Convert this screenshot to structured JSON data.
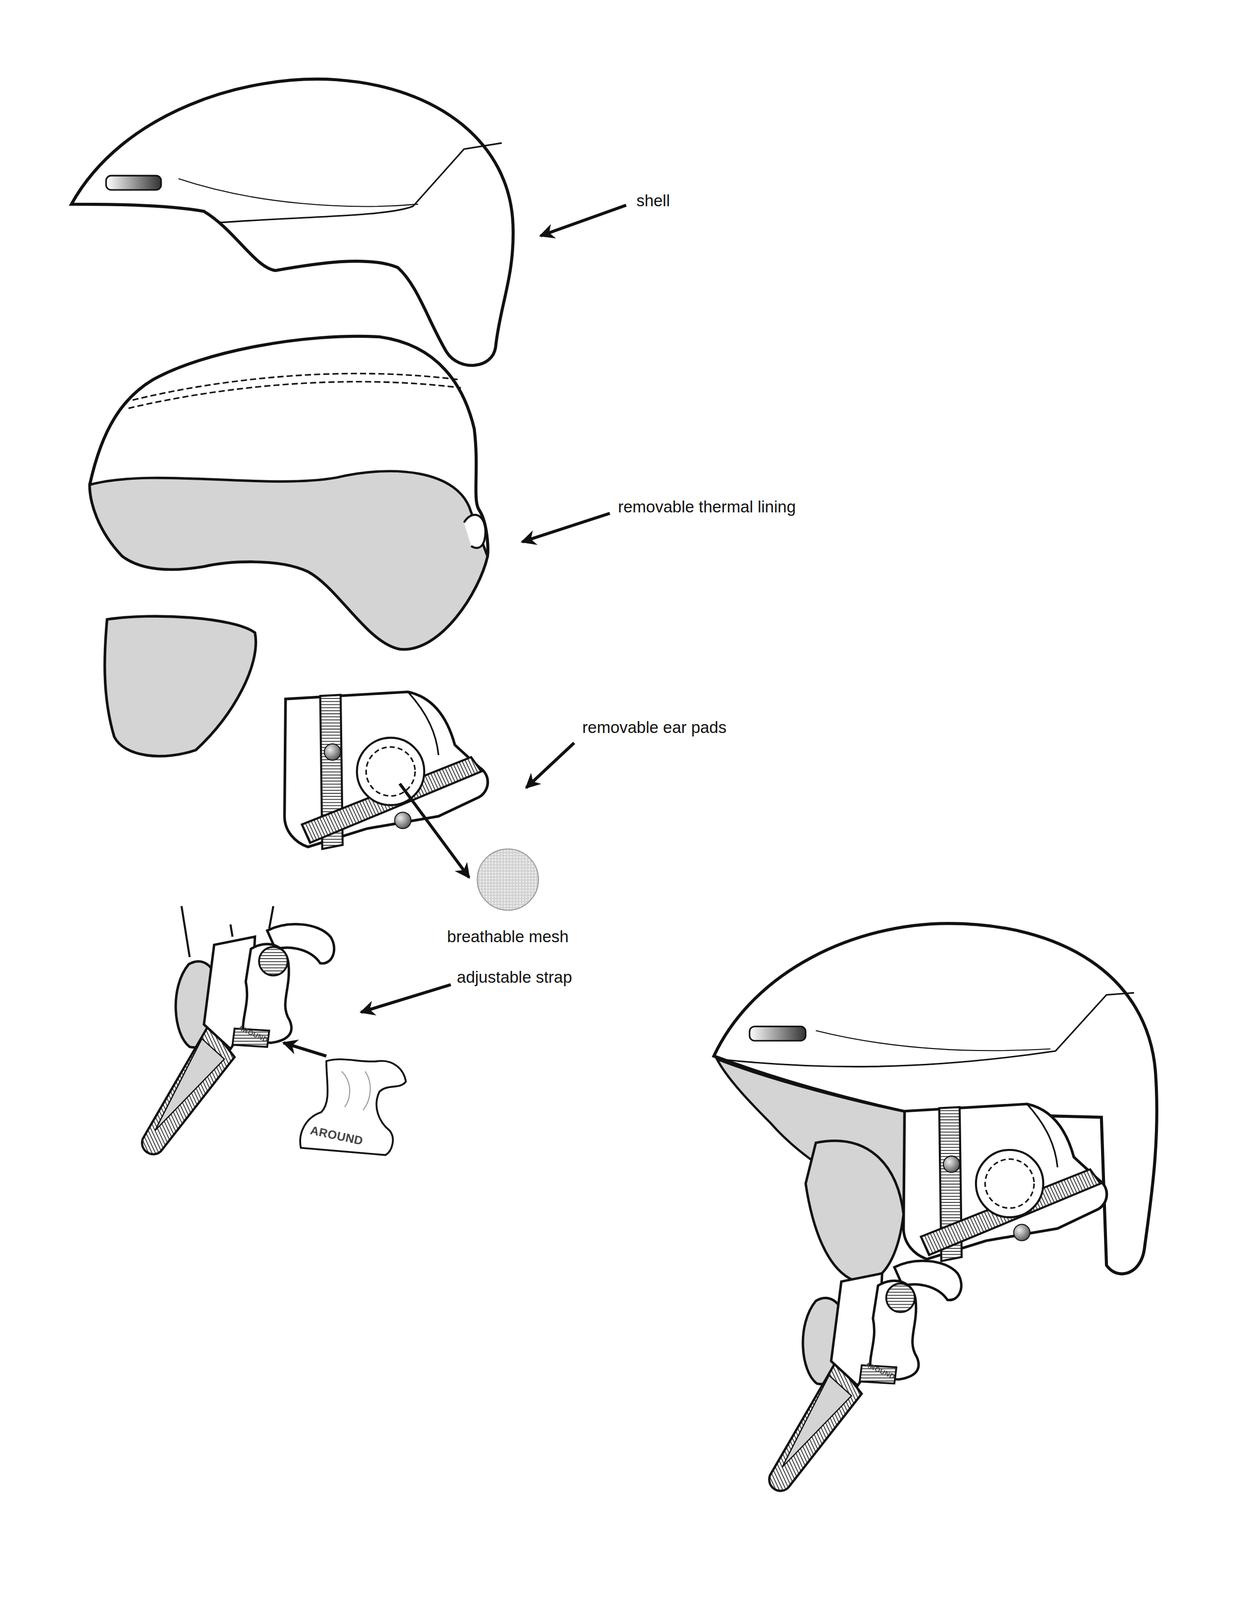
{
  "diagram": {
    "labels": [
      "shell",
      "removable thermal lining",
      "removable ear pads",
      "breathable mesh",
      "adjustable strap",
      "AROUND",
      "AROUND",
      "AROUND"
    ]
  }
}
